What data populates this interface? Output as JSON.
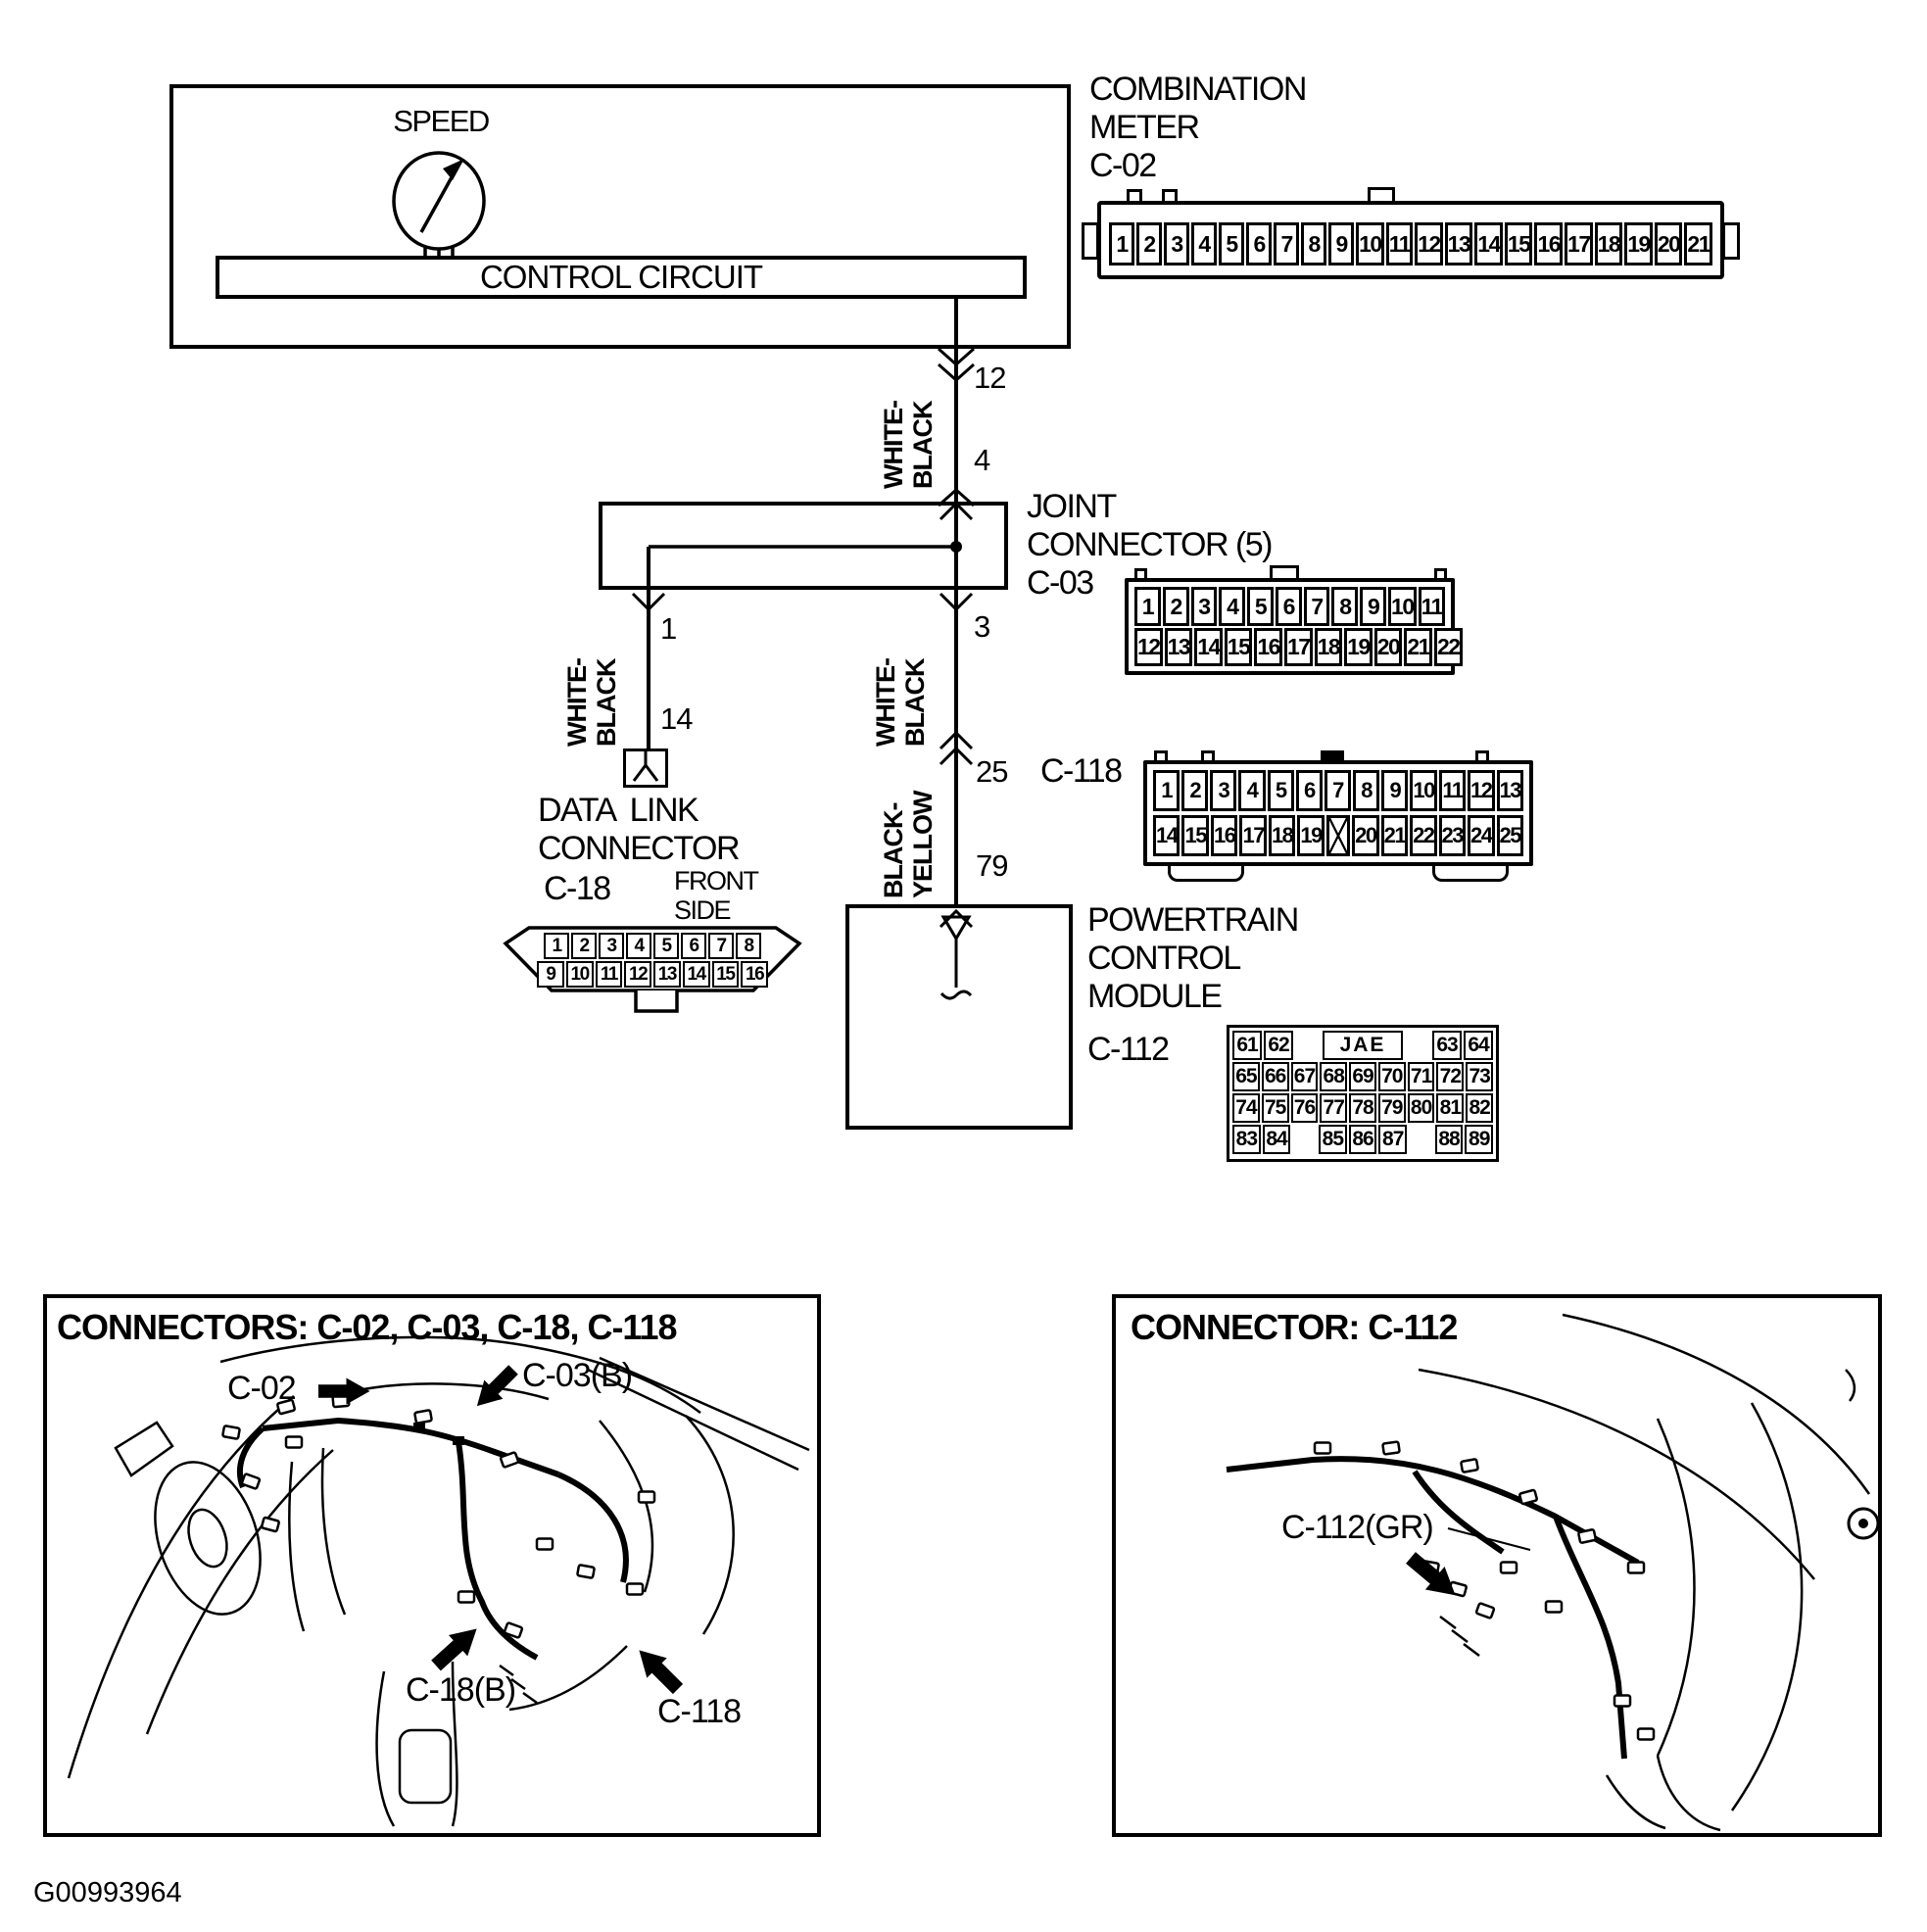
{
  "colors": {
    "ink": "#000000",
    "paper": "#ffffff"
  },
  "figure_id": "G00993964",
  "meter": {
    "speed_label": "SPEED",
    "control_circuit_label": "CONTROL CIRCUIT",
    "name_lines": [
      "COMBINATION",
      "METER",
      "C-02"
    ]
  },
  "joint_connector": {
    "name_lines": [
      "JOINT",
      "CONNECTOR (5)",
      "C-03"
    ]
  },
  "dlc": {
    "name_lines": [
      "DATA  LINK",
      "CONNECTOR"
    ],
    "code": "C-18",
    "front_side_lines": [
      "FRONT",
      "SIDE"
    ]
  },
  "pcm": {
    "name_lines": [
      "POWERTRAIN",
      "CONTROL",
      "MODULE"
    ],
    "code": "C-112"
  },
  "c118_code": "C-118",
  "wires": {
    "w1": {
      "color_lines": [
        "WHITE-",
        "BLACK"
      ],
      "top_pin": "12",
      "bottom_pin": "4"
    },
    "w2": {
      "color_lines": [
        "WHITE-",
        "BLACK"
      ],
      "top_pin": "1",
      "bottom_pin": "14"
    },
    "w3": {
      "color_lines": [
        "WHITE-",
        "BLACK"
      ],
      "top_pin": "3"
    },
    "w4": {
      "color_lines": [
        "BLACK-",
        "YELLOW"
      ],
      "top_pin": "25",
      "bottom_pin": "79"
    }
  },
  "connectors": {
    "c02": {
      "row1": [
        "1",
        "2",
        "3",
        "4",
        "5",
        "6",
        "7",
        "8",
        "9",
        "10",
        "11",
        "12",
        "13",
        "14",
        "15",
        "16",
        "17",
        "18",
        "19",
        "20",
        "21"
      ]
    },
    "c03": {
      "row1": [
        "1",
        "2",
        "3",
        "4",
        "5",
        "6",
        "7",
        "8",
        "9",
        "10",
        "11"
      ],
      "row2": [
        "12",
        "13",
        "14",
        "15",
        "16",
        "17",
        "18",
        "19",
        "20",
        "21",
        "22"
      ]
    },
    "c18": {
      "row1": [
        "1",
        "2",
        "3",
        "4",
        "5",
        "6",
        "7",
        "8"
      ],
      "row2": [
        "9",
        "10",
        "11",
        "12",
        "13",
        "14",
        "15",
        "16"
      ]
    },
    "c118": {
      "row1": [
        "1",
        "2",
        "3",
        "4",
        "5",
        "6",
        "7",
        "8",
        "9",
        "10",
        "11",
        "12",
        "13"
      ],
      "row2": [
        "14",
        "15",
        "16",
        "17",
        "18",
        "19",
        {
          "label": "",
          "cls": "crossed"
        },
        "20",
        "21",
        "22",
        "23",
        "24",
        "25"
      ]
    },
    "c112": {
      "row1": [
        "61",
        "62",
        {
          "label": "",
          "cls": "gap"
        },
        {
          "label": "JAE",
          "cls": "span3"
        },
        {
          "label": "",
          "cls": "gap"
        },
        "63",
        "64"
      ],
      "row2": [
        "65",
        "66",
        "67",
        "68",
        "69",
        "70",
        "71",
        "72",
        "73"
      ],
      "row3": [
        "74",
        "75",
        "76",
        "77",
        "78",
        "79",
        "80",
        "81",
        "82"
      ],
      "row4": [
        "83",
        "84",
        {
          "label": "",
          "cls": "gap"
        },
        "85",
        "86",
        "87",
        {
          "label": "",
          "cls": "gap"
        },
        "88",
        "89"
      ]
    }
  },
  "panels": {
    "left": {
      "title": "CONNECTORS: C-02, C-03, C-18, C-118",
      "labels": {
        "c02": "C-02",
        "c03": "C-03(B)",
        "c18": "C-18(B)",
        "c118": "C-118"
      }
    },
    "right": {
      "title": "CONNECTOR: C-112",
      "labels": {
        "c112": "C-112(GR)"
      }
    }
  }
}
